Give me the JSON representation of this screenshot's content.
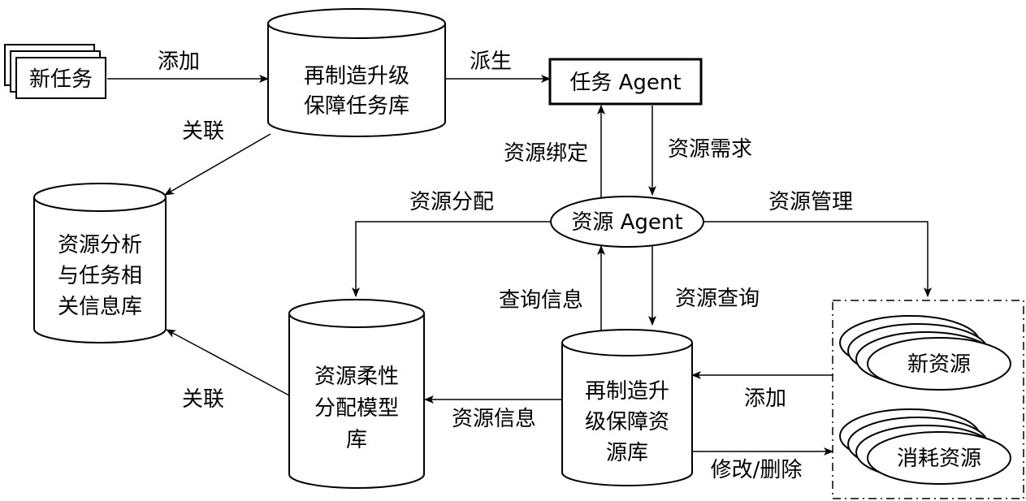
{
  "nodes": {
    "new_task": "新任务",
    "task_db": [
      "再制造升级",
      "保障任务库"
    ],
    "task_agent": "任务 Agent",
    "resource_agent": "资源 Agent",
    "analysis_db": [
      "资源分析",
      "与任务相",
      "关信息库"
    ],
    "flex_db": [
      "资源柔性",
      "分配模型",
      "库"
    ],
    "resource_db": [
      "再制造升",
      "级保障资",
      "源库"
    ],
    "new_resource": "新资源",
    "consumed_resource": "消耗资源"
  },
  "edges": {
    "add_task": "添加",
    "derive": "派生",
    "associate_top": "关联",
    "resource_bind": "资源绑定",
    "resource_demand": "资源需求",
    "resource_allocate": "资源分配",
    "resource_manage": "资源管理",
    "query_info": "查询信息",
    "resource_query": "资源查询",
    "associate_bottom": "关联",
    "resource_info": "资源信息",
    "add_resource": "添加",
    "modify_delete": "修改/删除"
  }
}
